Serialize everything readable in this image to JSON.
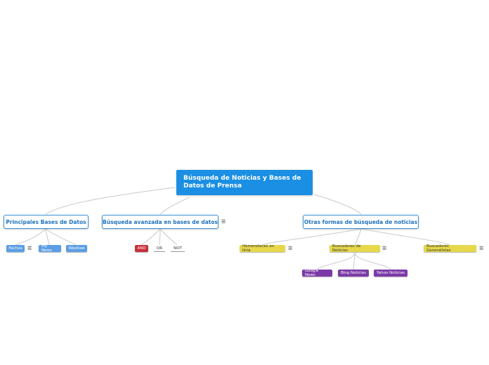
{
  "root": {
    "label": "Búsqueda de Noticias y Bases de Datos de Prensa"
  },
  "branches": [
    {
      "label": "Principales Bases de Datos",
      "has_note": false,
      "children": [
        {
          "label": "Factiva",
          "has_note": true
        },
        {
          "label": "My News",
          "has_note": false
        },
        {
          "label": "Westlaw",
          "has_note": false
        }
      ]
    },
    {
      "label": "Búsqueda avanzada en bases de datos",
      "has_note": true,
      "children": [
        {
          "label": "AND",
          "has_note": false
        },
        {
          "label": "OR",
          "has_note": false
        },
        {
          "label": "NOT",
          "has_note": false
        }
      ]
    },
    {
      "label": "Otras formas de búsqueda de noticias",
      "has_note": false,
      "children": [
        {
          "label": "Hemerotecas en línia",
          "has_note": true
        },
        {
          "label": "Buscadores de Noticias",
          "has_note": true,
          "children": [
            {
              "label": "Google News"
            },
            {
              "label": "Bing Noticias"
            },
            {
              "label": "Yahoo Noticias"
            }
          ]
        },
        {
          "label": "Buscadores Generalistas",
          "has_note": true
        }
      ]
    }
  ],
  "colors": {
    "root": "#1a8fe3",
    "branch_border": "#3a8fd6",
    "branch_text": "#2073c0",
    "db_node": "#5b9ee6",
    "and_node": "#c8303a",
    "search_node": "#e6d84a",
    "engine_node": "#7b3aa8",
    "connector": "#c9c9c9"
  },
  "icons": {
    "note": "note-lines-icon"
  }
}
